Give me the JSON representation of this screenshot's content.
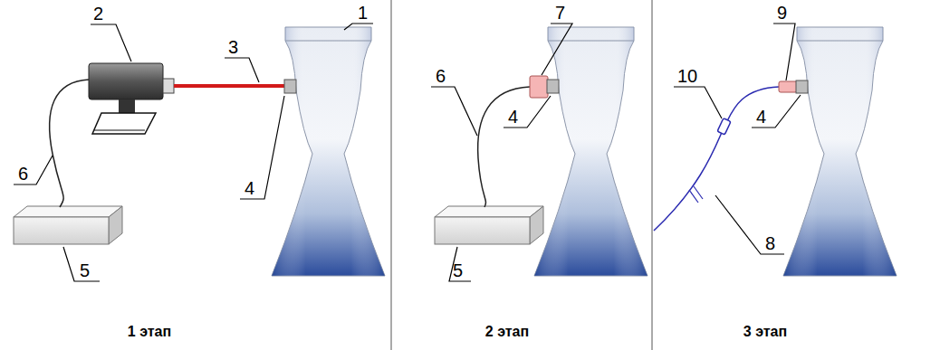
{
  "diagram": {
    "labels": [
      "2",
      "3",
      "1",
      "4",
      "6",
      "5",
      "1 этап",
      "6",
      "7",
      "4",
      "5",
      "2 этап",
      "9",
      "10",
      "4",
      "8",
      "3 этап"
    ]
  }
}
